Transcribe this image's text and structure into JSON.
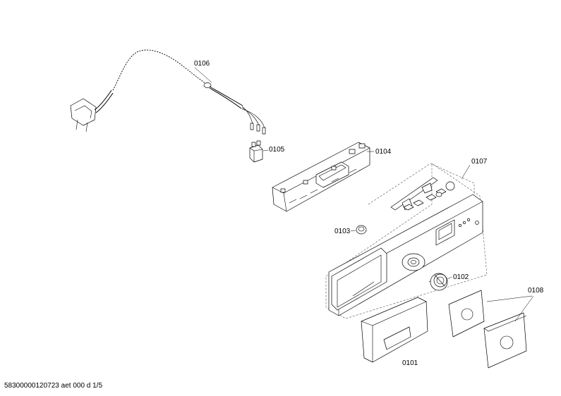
{
  "labels": {
    "p0106": "0106",
    "p0105": "0105",
    "p0104": "0104",
    "p0107": "0107",
    "p0103": "0103",
    "p0102": "0102",
    "p0108": "0108",
    "p0101": "0101"
  },
  "footer": {
    "doc_id": "58300000120723 aet 000 d 1/5"
  }
}
